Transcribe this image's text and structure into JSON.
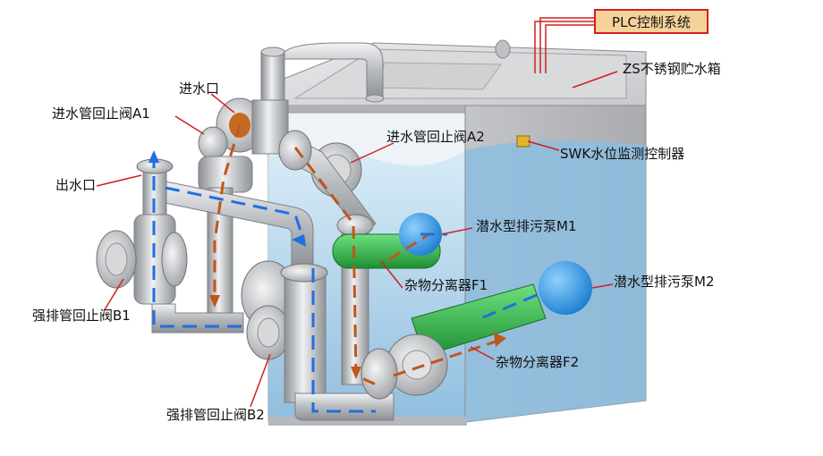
{
  "labels": {
    "plc": "PLC控制系统",
    "tank": "ZS不锈钢贮水箱",
    "inlet": "进水口",
    "check_a1": "进水管回止阀A1",
    "check_a2": "进水管回止阀A2",
    "level_ctrl": "SWK水位监测控制器",
    "outlet": "出水口",
    "pump_m1": "潜水型排污泵M1",
    "pump_m2": "潜水型排污泵M2",
    "sep_f1": "杂物分离器F1",
    "sep_f2": "杂物分离器F2",
    "check_b1": "强排管回止阀B1",
    "check_b2": "强排管回止阀B2"
  },
  "colors": {
    "leader_line": "#d21f1f",
    "plc_fill": "#f6d29a",
    "water": "#9cc9e6",
    "pipe": "#b9bcc0",
    "flow_in": "#c0561a",
    "flow_out": "#1f6fe0",
    "separator": "#2fb84a",
    "pump": "#2f9be2"
  }
}
